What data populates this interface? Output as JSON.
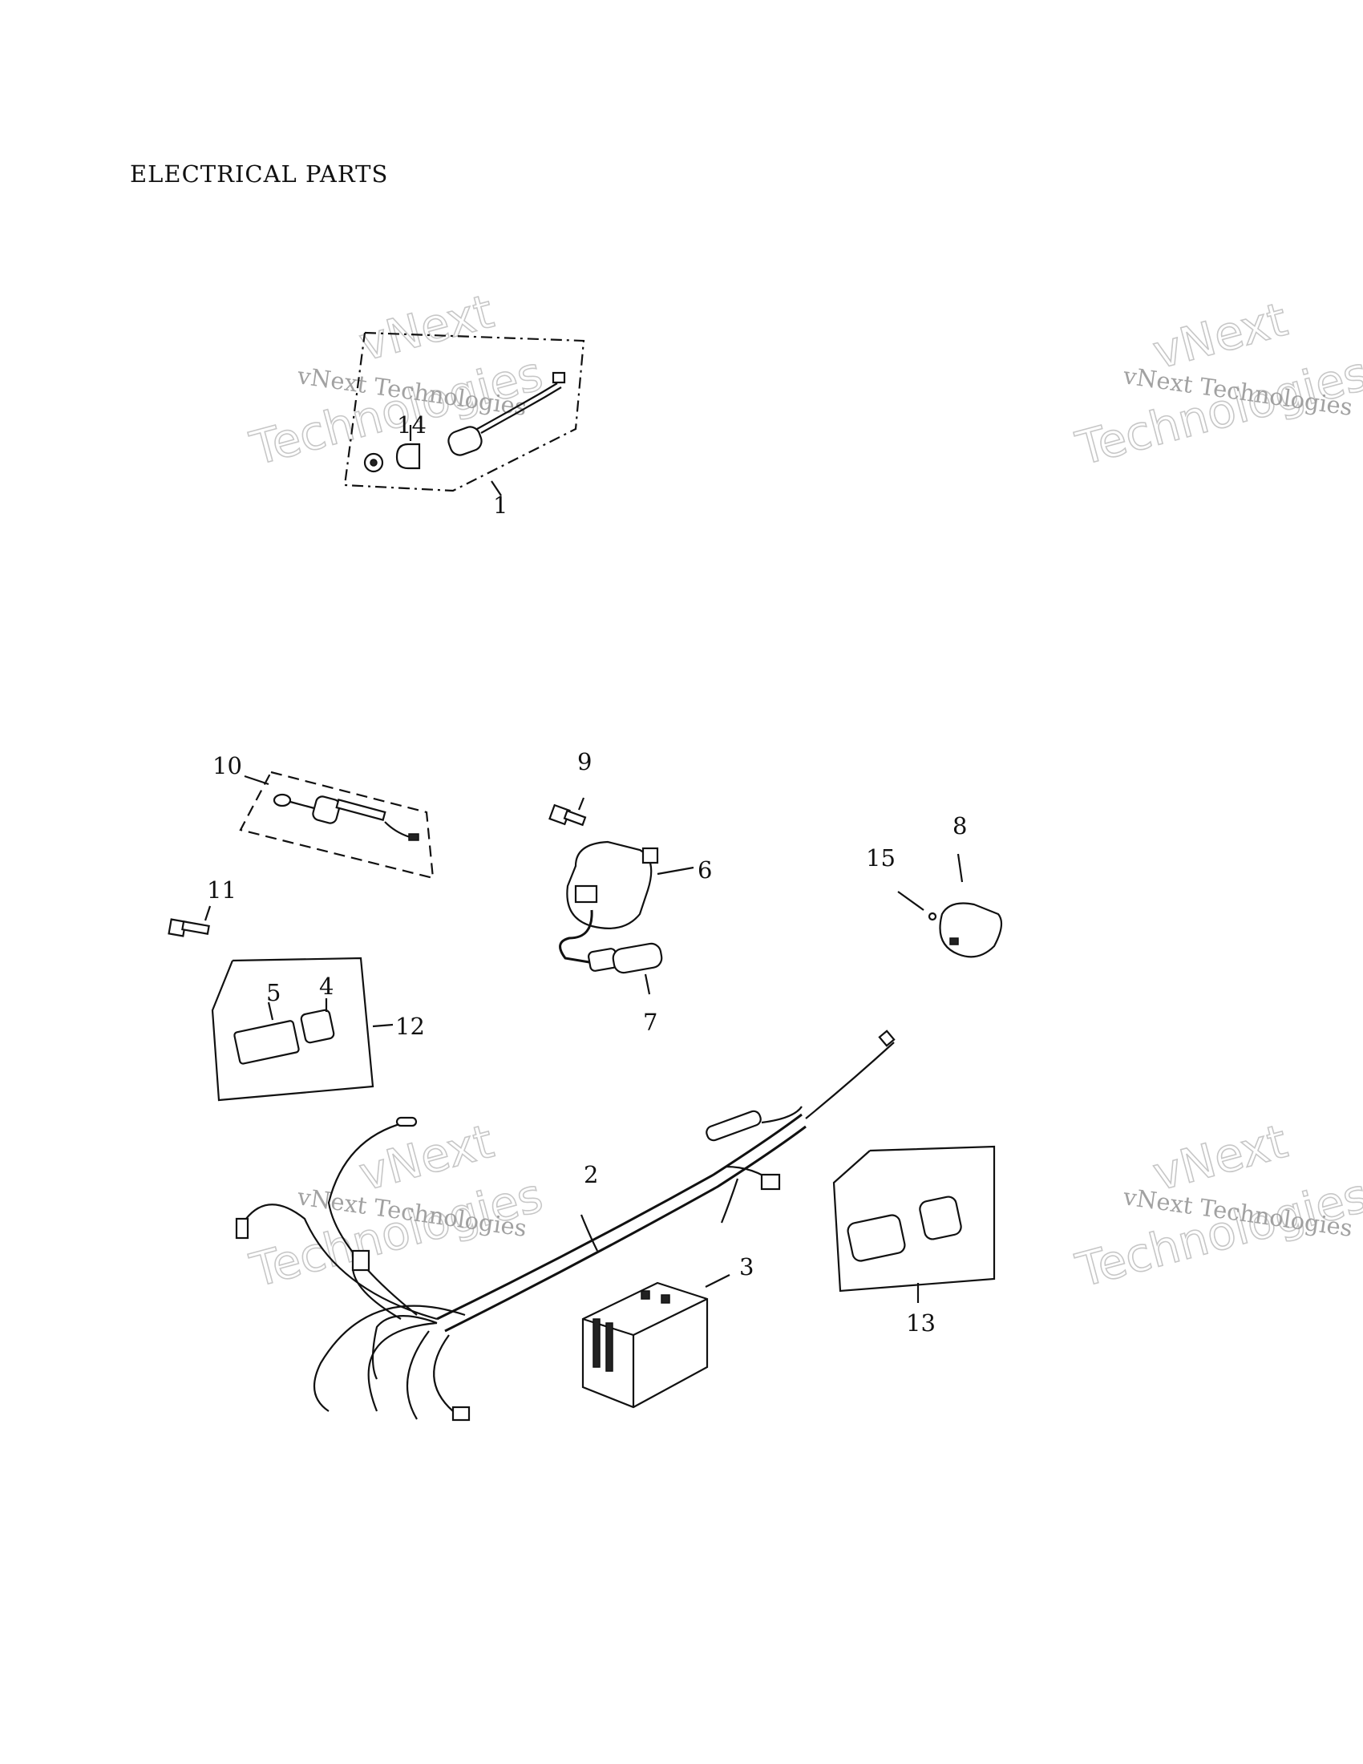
{
  "title": "ELECTRICAL PARTS",
  "callouts": [
    {
      "id": "c1",
      "label": "1"
    },
    {
      "id": "c2",
      "label": "2"
    },
    {
      "id": "c3",
      "label": "3"
    },
    {
      "id": "c4",
      "label": "4"
    },
    {
      "id": "c5",
      "label": "5"
    },
    {
      "id": "c6",
      "label": "6"
    },
    {
      "id": "c7",
      "label": "7"
    },
    {
      "id": "c8",
      "label": "8"
    },
    {
      "id": "c9",
      "label": "9"
    },
    {
      "id": "c10",
      "label": "10"
    },
    {
      "id": "c11",
      "label": "11"
    },
    {
      "id": "c12",
      "label": "12"
    },
    {
      "id": "c13",
      "label": "13"
    },
    {
      "id": "c14",
      "label": "14"
    },
    {
      "id": "c15",
      "label": "15"
    }
  ],
  "watermark": {
    "line1": "vNext",
    "line2": "vNext Technologies",
    "line3": "Technologies"
  }
}
